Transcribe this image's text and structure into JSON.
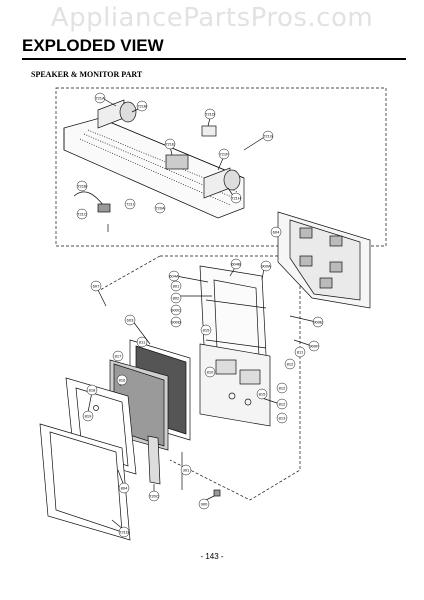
{
  "watermark": "AppliancePartsPros.com",
  "title": "EXPLODED VIEW",
  "section": "SPEAKER & MONITOR PART",
  "page_number": "- 143 -",
  "part_labels": [
    "721A",
    "721B",
    "721D",
    "721E",
    "721F",
    "721G",
    "721H",
    "721B",
    "721C",
    "721I",
    "720A",
    "604",
    "607",
    "603",
    "604A",
    "604B",
    "900A",
    "801",
    "802",
    "900C",
    "900D",
    "900E",
    "900F",
    "811",
    "812",
    "812",
    "812",
    "813",
    "815",
    "816",
    "817",
    "818",
    "819",
    "804",
    "720C",
    "301",
    "721D",
    "810",
    "811",
    "815",
    "900"
  ]
}
